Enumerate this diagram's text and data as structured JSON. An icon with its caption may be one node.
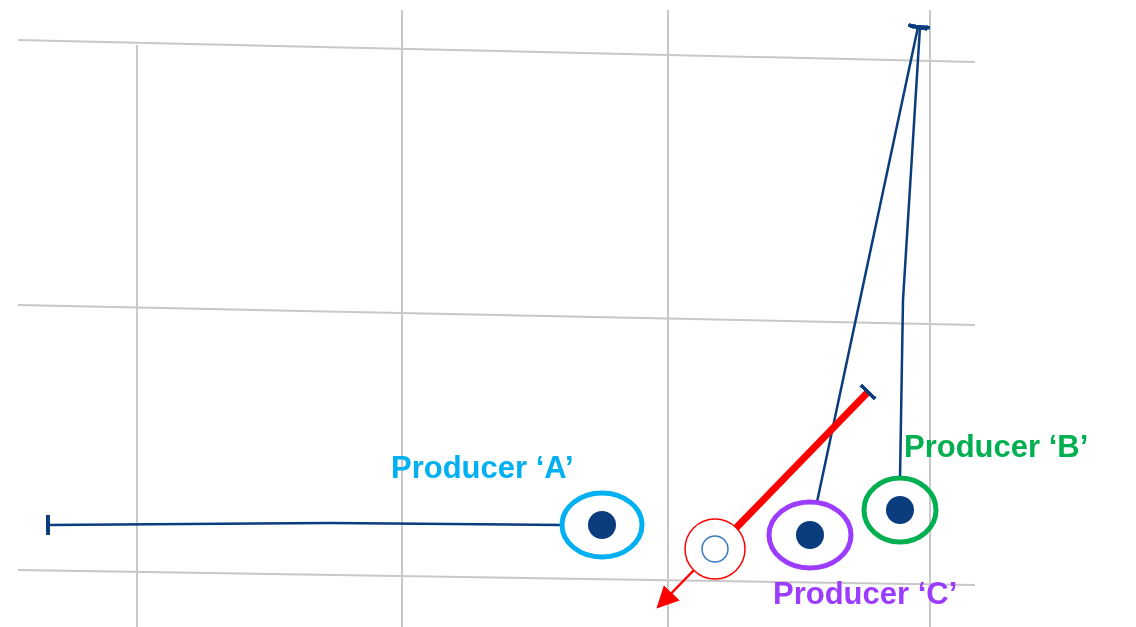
{
  "diagram": {
    "nodes": [
      {
        "text": [
          "Producer ‘A’"
        ]
      },
      {
        "text": [],
        "shape": "circle"
      },
      {
        "text": [
          "Producer ‘C’"
        ]
      },
      {
        "text": [
          "Producer ‘B’"
        ]
      }
    ],
    "edges": [
      {
        "from": 0,
        "to": null,
        "arrow": "other"
      },
      {
        "from": 2,
        "to": null,
        "arrow": "other"
      },
      {
        "from": 3,
        "to": null,
        "arrow": "other"
      },
      {
        "from": 1,
        "to": null,
        "arrow": "other",
        "style": "thick",
        "color": "#ff0000"
      },
      {
        "from": 1,
        "to": null,
        "arrow": "to",
        "color": "#ff0000"
      }
    ]
  }
}
